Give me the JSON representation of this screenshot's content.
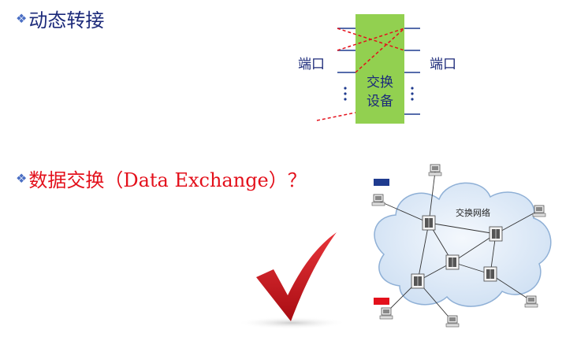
{
  "headings": {
    "dynamic_switching": "动态转接",
    "data_exchange": "数据交换（Data Exchange）？"
  },
  "switch_diagram": {
    "left_port_label": "端口",
    "right_port_label": "端口",
    "device_label_line1": "交换",
    "device_label_line2": "设备",
    "device_color": "#92d050",
    "line_color": "#1f3b8f",
    "cross_connect_color": "#e3101b"
  },
  "network_diagram": {
    "cloud_label": "交换网络",
    "legend_blue": "#1f3b8f",
    "legend_red": "#e3101b"
  },
  "icons": [
    "diamond-bullet-icon",
    "checkmark-icon",
    "computer-icon",
    "switch-node-icon",
    "cloud-icon"
  ]
}
